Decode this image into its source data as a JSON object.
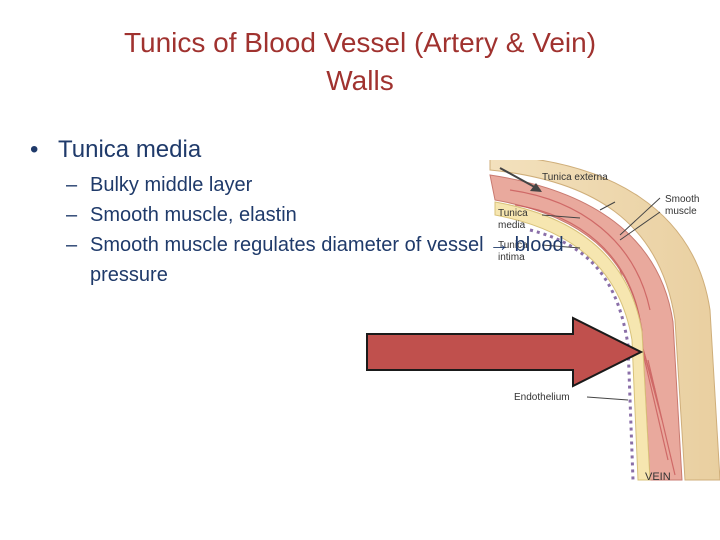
{
  "slide": {
    "title_line1": "Tunics of Blood Vessel (Artery & Vein)",
    "title_line2": "Walls",
    "bullet": "Tunica media",
    "subbullets": [
      "Bulky middle layer",
      "Smooth muscle, elastin",
      "Smooth muscle regulates diameter of vessel → blood pressure"
    ]
  },
  "diagram": {
    "labels": {
      "tunica_externa": "Tunica externa",
      "tunica_media_1": "Tunica",
      "tunica_media_2": "media",
      "tunica_intima_1": "Tunica",
      "tunica_intima_2": "intima",
      "smooth_muscle_1": "Smooth",
      "smooth_muscle_2": "muscle",
      "endothelium": "Endothelium",
      "vein": "VEIN"
    }
  },
  "colors": {
    "title": "#a0322f",
    "text": "#1f3a6a",
    "arrow_fill": "#c0504d",
    "arrow_stroke": "#1a1a1a"
  }
}
